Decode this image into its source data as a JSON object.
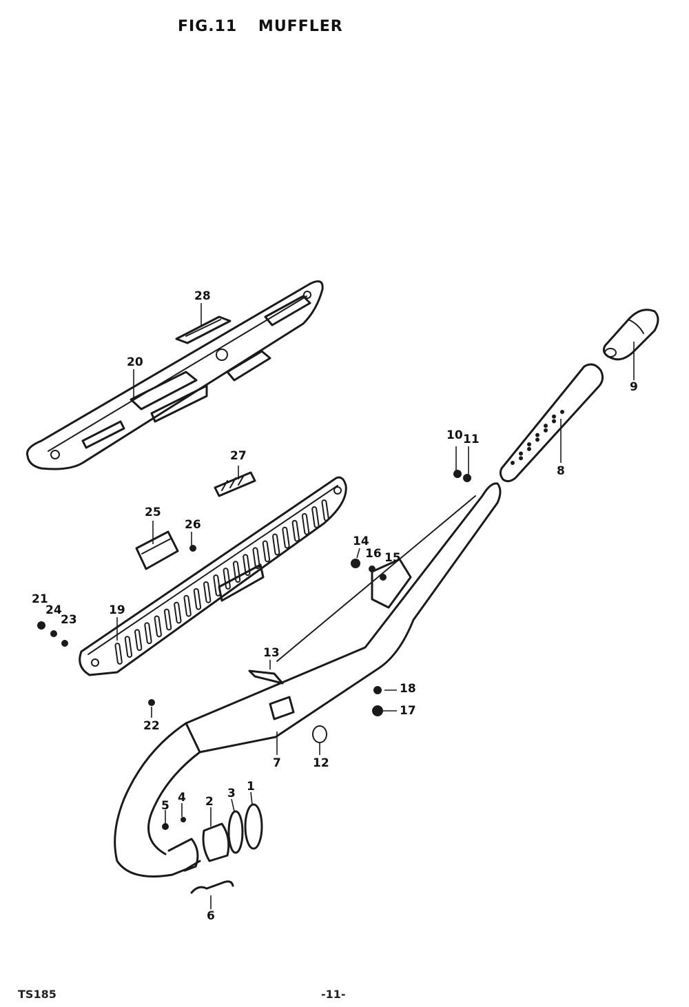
{
  "title": {
    "figure": "FIG.11",
    "name": "MUFFLER"
  },
  "callouts": [
    {
      "id": "c28",
      "text": "28"
    },
    {
      "id": "c20",
      "text": "20"
    },
    {
      "id": "c9",
      "text": "9"
    },
    {
      "id": "c27",
      "text": "27"
    },
    {
      "id": "c10",
      "text": "10"
    },
    {
      "id": "c11",
      "text": "11"
    },
    {
      "id": "c8",
      "text": "8"
    },
    {
      "id": "c25",
      "text": "25"
    },
    {
      "id": "c26",
      "text": "26"
    },
    {
      "id": "c14",
      "text": "14"
    },
    {
      "id": "c16",
      "text": "16"
    },
    {
      "id": "c15",
      "text": "15"
    },
    {
      "id": "c21",
      "text": "21"
    },
    {
      "id": "c24",
      "text": "24"
    },
    {
      "id": "c23",
      "text": "23"
    },
    {
      "id": "c19",
      "text": "19"
    },
    {
      "id": "c13",
      "text": "13"
    },
    {
      "id": "c18",
      "text": "18"
    },
    {
      "id": "c17",
      "text": "17"
    },
    {
      "id": "c22",
      "text": "22"
    },
    {
      "id": "c7",
      "text": "7"
    },
    {
      "id": "c12",
      "text": "12"
    },
    {
      "id": "c5",
      "text": "5"
    },
    {
      "id": "c4",
      "text": "4"
    },
    {
      "id": "c2",
      "text": "2"
    },
    {
      "id": "c3",
      "text": "3"
    },
    {
      "id": "c1",
      "text": "1"
    },
    {
      "id": "c6",
      "text": "6"
    }
  ],
  "footer": {
    "code": "TS185",
    "page": "-11-"
  }
}
